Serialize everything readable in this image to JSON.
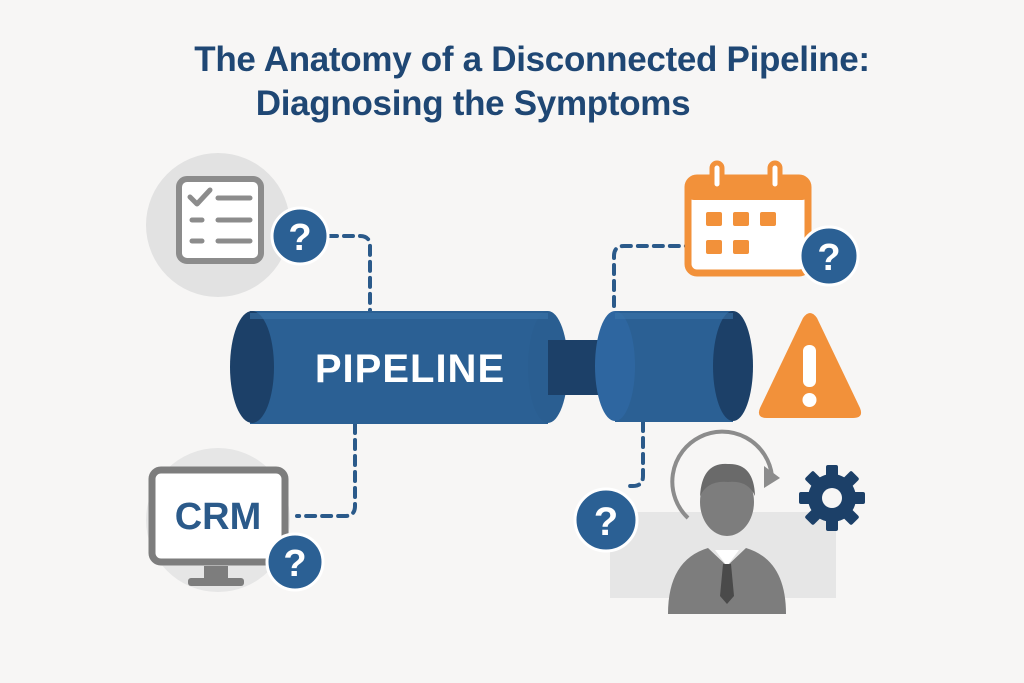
{
  "title": {
    "line1": "The Anatomy of a Disconnected Pipeline:",
    "line2": "Diagnosing the Symptoms"
  },
  "pipeline_label": "PIPELINE",
  "crm_label": "CRM",
  "question_mark": "?",
  "icons": [
    "checklist-icon",
    "calendar-icon",
    "warning-icon",
    "crm-monitor-icon",
    "person-icon",
    "gear-icon",
    "refresh-arrow-icon"
  ],
  "colors": {
    "title": "#1f4774",
    "pipe": "#2b6094",
    "pipe_dark": "#1c4068",
    "accent_orange": "#f2913a",
    "question_badge": "#2b6094",
    "icon_gray": "#8c8c8c",
    "background": "#f7f6f5"
  }
}
